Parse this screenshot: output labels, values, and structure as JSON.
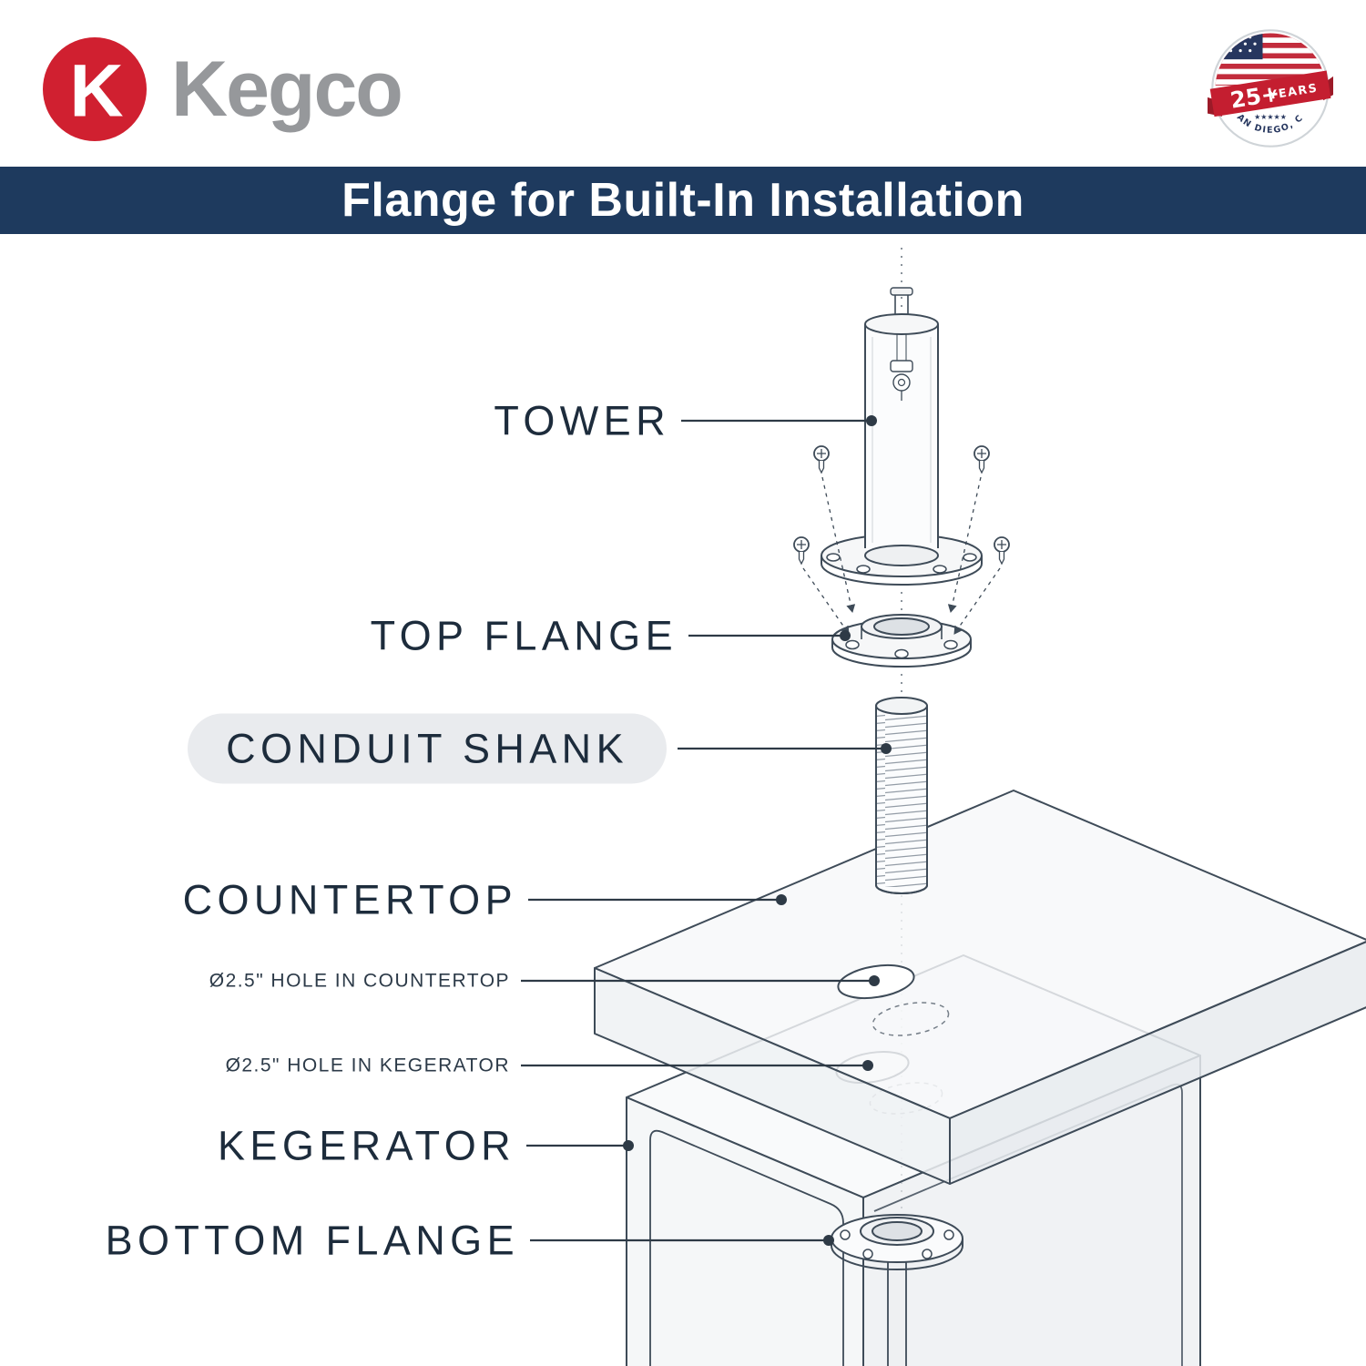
{
  "brand": {
    "name": "Kegco",
    "logo_letter": "K"
  },
  "badge": {
    "years": "25+",
    "years_label": "YEARS",
    "stars": "★★★★★",
    "location": "SAN DIEGO, CA"
  },
  "header": {
    "title": "Flange for Built-In Installation"
  },
  "diagram": {
    "labels": {
      "tower": "TOWER",
      "top_flange": "TOP FLANGE",
      "conduit_shank": "CONDUIT SHANK",
      "countertop": "COUNTERTOP",
      "hole_countertop": "Ø2.5\" HOLE IN COUNTERTOP",
      "hole_kegerator": "Ø2.5\" HOLE IN KEGERATOR",
      "kegerator": "KEGERATOR",
      "bottom_flange": "BOTTOM FLANGE"
    }
  },
  "colors": {
    "navy": "#1E3A5E",
    "brand_red": "#D02030",
    "brand_gray": "#96989B",
    "label_text": "#1D2C3C",
    "diagram_line": "#3E4B58",
    "pill_bg": "#E9EBEE"
  }
}
